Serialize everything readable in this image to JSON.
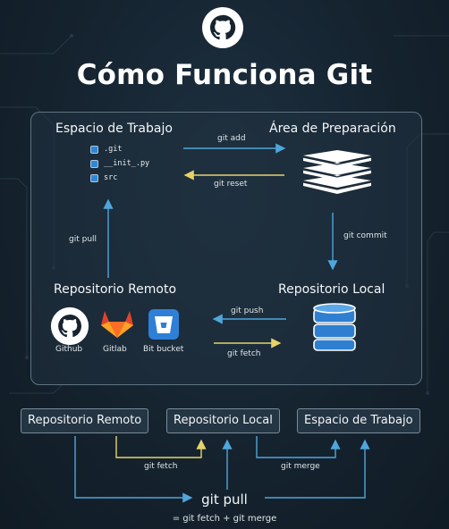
{
  "title": "Cómo Funciona Git",
  "icons": {
    "header": "github-logo-icon",
    "staging": "stacked-layers-icon",
    "local_repo": "database-icon",
    "github": "github-logo-icon",
    "gitlab": "gitlab-logo-icon",
    "bitbucket": "bitbucket-logo-icon",
    "file": "checkbox-file-icon"
  },
  "colors": {
    "blue_arrow": "#4fa6dc",
    "yellow_arrow": "#e5d36a",
    "gitlab_orange": "#e2432a",
    "bitbucket_blue": "#2f7fd6",
    "database_blue": "#2f7fd0"
  },
  "workspace": {
    "title": "Espacio de Trabajo",
    "files": [
      ".git",
      "__init_.py",
      "src"
    ]
  },
  "staging": {
    "title": "Área de Preparación"
  },
  "remote": {
    "title": "Repositorio Remoto",
    "services": [
      {
        "name": "Github"
      },
      {
        "name": "Gitlab"
      },
      {
        "name": "Bit bucket"
      }
    ]
  },
  "local": {
    "title": "Repositorio Local"
  },
  "commands": {
    "add": "git add",
    "reset": "git reset",
    "commit": "git commit",
    "pull": "git pull",
    "push": "git push",
    "fetch": "git fetch"
  },
  "bottom": {
    "boxes": [
      "Repositorio Remoto",
      "Repositorio Local",
      "Espacio de Trabajo"
    ],
    "fetch_label": "git fetch",
    "merge_label": "git merge",
    "pull_label": "git pull",
    "equation": "= git fetch + git merge"
  }
}
